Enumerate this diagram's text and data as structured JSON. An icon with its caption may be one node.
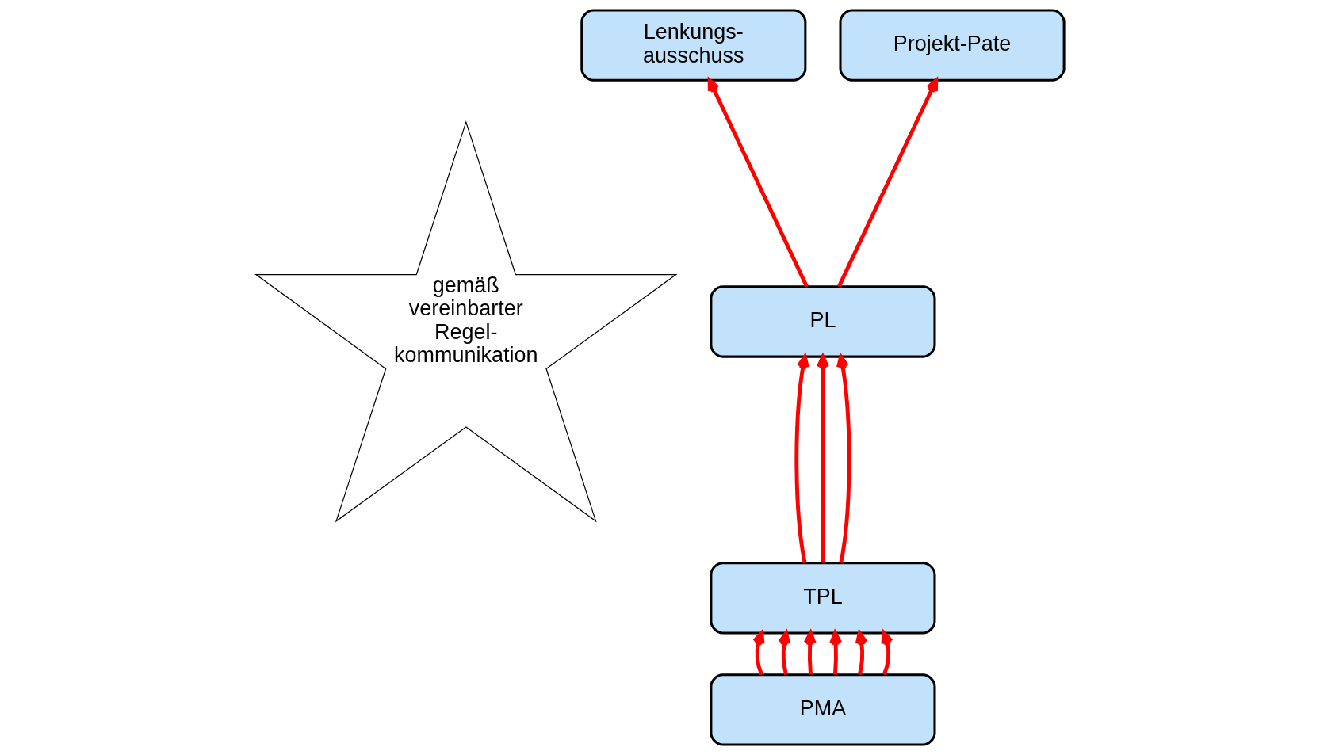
{
  "diagram": {
    "nodes": [
      {
        "text": [
          "gemäß vereinbarter Regel- kommunikation"
        ]
      },
      {
        "text": [
          "Lenkungs- ausschuss"
        ]
      },
      {
        "text": [
          "Projekt-Pate"
        ]
      },
      {
        "text": [
          "PL"
        ]
      },
      {
        "text": [
          "TPL"
        ]
      },
      {
        "text": [
          "PMA"
        ]
      }
    ],
    "edges": [
      {
        "from": 3,
        "to": 1,
        "arrow": "to"
      },
      {
        "from": 3,
        "to": 2,
        "arrow": "to"
      },
      {
        "from": 4,
        "to": 3,
        "arrow": "to"
      },
      {
        "from": 4,
        "to": 3,
        "arrow": "to"
      },
      {
        "from": 4,
        "to": 3,
        "arrow": "to"
      },
      {
        "from": 5,
        "to": 4,
        "arrow": "to"
      },
      {
        "from": 5,
        "to": 4,
        "arrow": "to"
      },
      {
        "from": 5,
        "to": 4,
        "arrow": "to"
      },
      {
        "from": 5,
        "to": 4,
        "arrow": "to"
      },
      {
        "from": 5,
        "to": 4,
        "arrow": "to"
      },
      {
        "from": 5,
        "to": 4,
        "arrow": "to"
      }
    ]
  }
}
